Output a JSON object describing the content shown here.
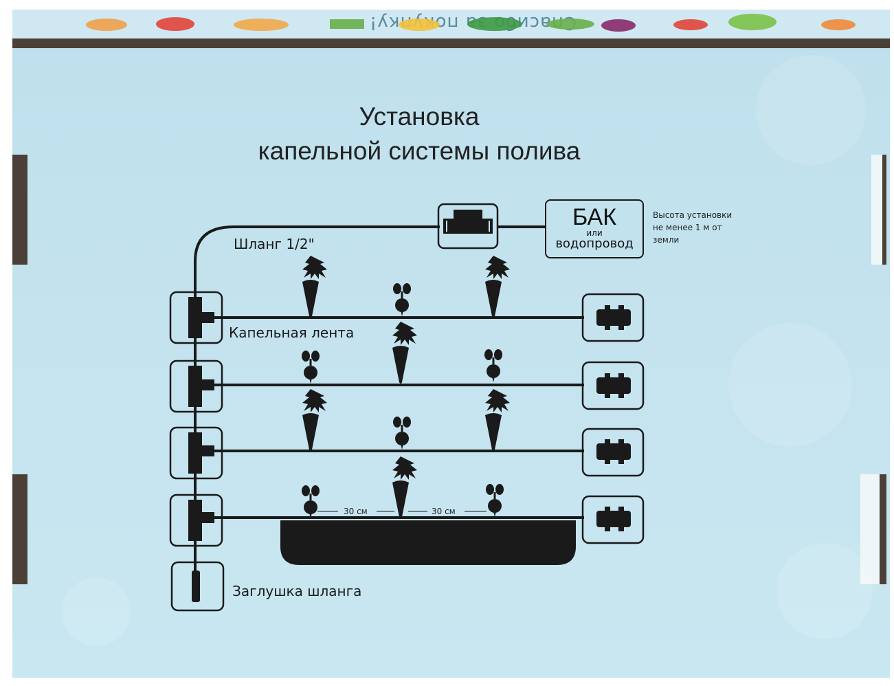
{
  "box": {
    "thanks_text": "Спасибо за покупку!",
    "accent": "#c3e2ee",
    "cardboard": "#4a4038"
  },
  "diagram": {
    "title_line1": "Установка",
    "title_line2": "капельной системы полива",
    "tank_label": "БАК",
    "tank_or": "или",
    "tank_sub": "водопровод",
    "height_note_line1": "Высота установки",
    "height_note_line2": "не менее 1 м от",
    "height_note_line3": "земли",
    "hose_label": "Шланг 1/2\"",
    "drip_tape_label": "Капельная лента",
    "plug_label": "Заглушка шланга",
    "spacing_left": "30 см",
    "spacing_right": "30 см",
    "line_color": "#1a1a1a"
  }
}
